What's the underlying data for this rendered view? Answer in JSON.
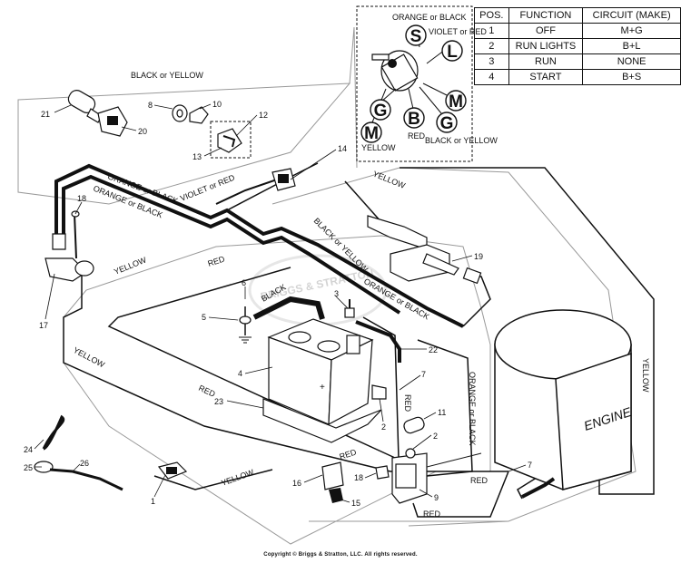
{
  "table": {
    "headers": [
      "POS.",
      "FUNCTION",
      "CIRCUIT (MAKE)"
    ],
    "rows": [
      [
        "1",
        "OFF",
        "M+G"
      ],
      [
        "2",
        "RUN LIGHTS",
        "B+L"
      ],
      [
        "3",
        "RUN",
        "NONE"
      ],
      [
        "4",
        "START",
        "B+S"
      ]
    ]
  },
  "switch_detail": {
    "terminals": [
      "S",
      "L",
      "M",
      "G",
      "B",
      "G",
      "M"
    ],
    "labels": {
      "orange_or_black": "ORANGE or BLACK",
      "violet_or_red": "VIOLET or RED",
      "yellow": "YELLOW",
      "red": "RED",
      "black_or_yellow": "BLACK or YELLOW"
    }
  },
  "wire_labels": {
    "black_or_yellow_top": "BLACK or YELLOW",
    "orange_or_black_1": "ORANGE or BLACK",
    "orange_or_black_2": "ORANGE or BLACK",
    "violet_or_red": "VIOLET or RED",
    "yellow_top": "YELLOW",
    "black_or_yellow_mid": "BLACK or YELLOW",
    "yellow_left": "YELLOW",
    "red_mid": "RED",
    "black": "BLACK",
    "orange_or_black_3": "ORANGE or BLACK",
    "yellow_lower_left": "YELLOW",
    "red_lower": "RED",
    "orange_or_black_vert": "ORANGE or BLACK",
    "red_vert": "RED",
    "red_solenoid": "RED",
    "red_right": "RED",
    "yellow_bottom": "YELLOW",
    "red_bottom": "RED",
    "yellow_engine": "YELLOW"
  },
  "engine_label": "ENGINE",
  "watermark": "BRIGGS & STRATTON",
  "callouts": [
    "21",
    "8",
    "10",
    "20",
    "12",
    "13",
    "14",
    "18",
    "17",
    "19",
    "3",
    "6",
    "5",
    "22",
    "4",
    "7",
    "23",
    "2",
    "11",
    "2",
    "24",
    "25",
    "26",
    "16",
    "18",
    "15",
    "9",
    "1",
    "7"
  ],
  "copyright": "Copyright © Briggs & Stratton, LLC. All rights reserved."
}
